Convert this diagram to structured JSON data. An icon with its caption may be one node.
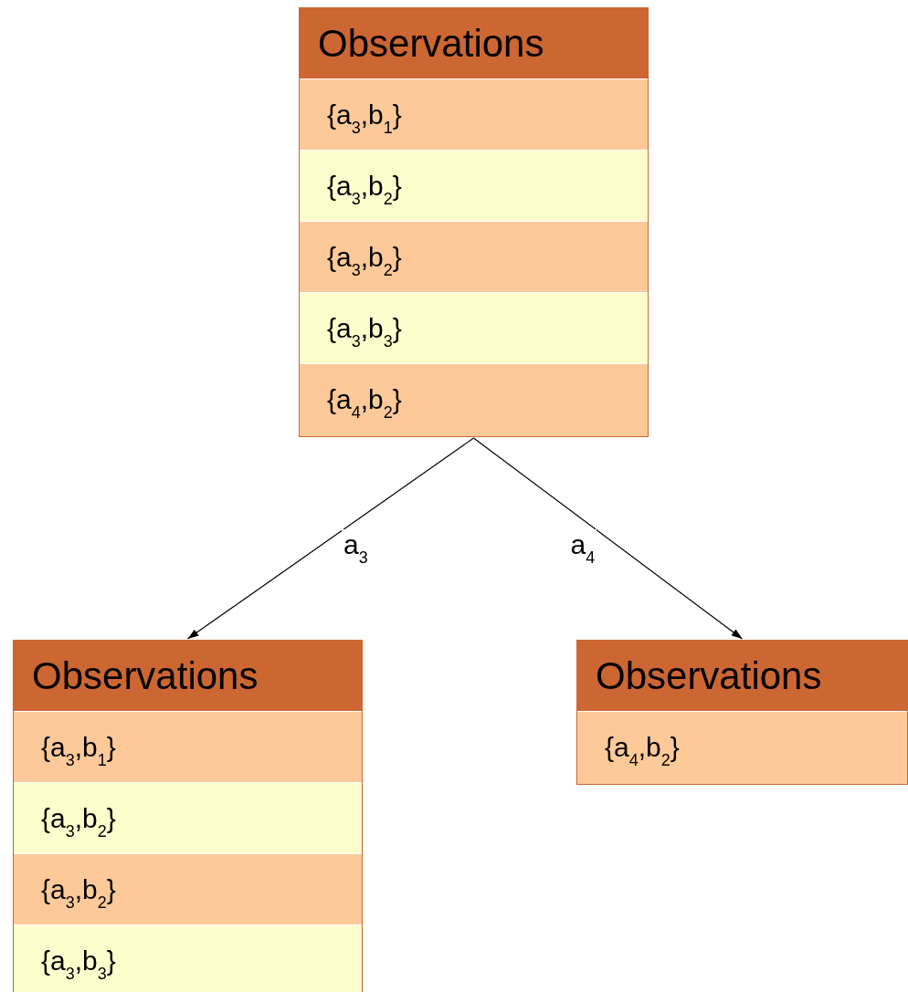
{
  "diagram": {
    "nodes": [
      {
        "text": [
          "Observations"
        ]
      },
      {
        "text": [
          "{a$_{3}$,b$_{1}$}"
        ],
        "in": 0
      },
      {
        "text": [
          "{a$_{3}$,b$_{2}$}"
        ],
        "in": 0
      },
      {
        "text": [
          "{a$_{3}$,b$_{2}$}"
        ],
        "in": 0
      },
      {
        "text": [
          "{a$_{3}$,b$_{3}$}"
        ],
        "in": 0
      },
      {
        "text": [
          "{a$_{4}$,b$_{2}$}"
        ],
        "in": 0
      },
      {
        "text": [
          "Observations"
        ]
      },
      {
        "text": [
          "{a$_{3}$,b$_{1}$}"
        ],
        "in": 6
      },
      {
        "text": [
          "{a$_{3}$,b$_{2}$}"
        ],
        "in": 6
      },
      {
        "text": [
          "{a$_{3}$,b$_{2}$}"
        ],
        "in": 6
      },
      {
        "text": [
          "{a$_{3}$,b$_{3}$}"
        ],
        "in": 6
      },
      {
        "text": [
          "Observations"
        ]
      },
      {
        "text": [
          "{a$_{4}$,b$_{2}$}"
        ],
        "in": 11
      }
    ],
    "edges": [
      {
        "from": 0,
        "to": 6,
        "label": "a$_{3}$",
        "arrow": "to"
      },
      {
        "from": 0,
        "to": 11,
        "label": "a$_{4}$",
        "arrow": "to"
      }
    ]
  }
}
